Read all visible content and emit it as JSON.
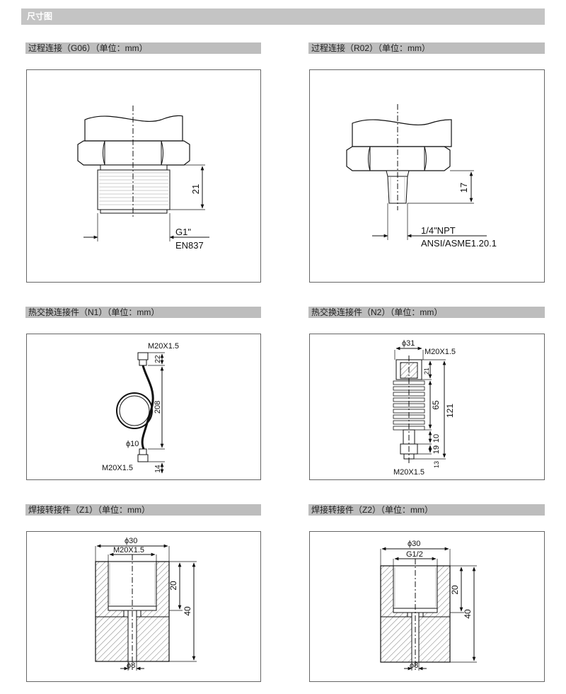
{
  "header": {
    "title": "尺寸图"
  },
  "sections": [
    {
      "title": "过程连接（G06）（单位：mm）",
      "labels": {
        "height": "21",
        "thread": "G1\"",
        "standard": "EN837"
      }
    },
    {
      "title": "过程连接（R02）（单位：mm）",
      "labels": {
        "height": "17",
        "thread": "1/4\"NPT",
        "standard": "ANSI/ASME1.20.1"
      }
    },
    {
      "title": "热交换连接件（N1）（单位：mm）",
      "labels": {
        "top_thread": "M20X1.5",
        "top_height": "22",
        "length": "208",
        "diameter": "ϕ10",
        "bottom_thread": "M20X1.5",
        "bottom_height": "14"
      }
    },
    {
      "title": "热交换连接件（N2）（单位：mm）",
      "labels": {
        "diameter": "ϕ31",
        "top_thread": "M20X1.5",
        "top_height": "21",
        "fin_length": "65",
        "total_length": "121",
        "neck": "10",
        "base": "19",
        "bottom": "13",
        "bottom_thread": "M20X1.5"
      }
    },
    {
      "title": "焊接转接件（Z1）（单位：mm）",
      "labels": {
        "outer_diameter": "ϕ30",
        "thread": "M20X1.5",
        "depth": "20",
        "height": "40",
        "bore": "ϕ8"
      }
    },
    {
      "title": "焊接转接件（Z2）（单位：mm）",
      "labels": {
        "outer_diameter": "ϕ30",
        "thread": "G1/2",
        "depth": "20",
        "height": "40",
        "bore": "ϕ8"
      }
    }
  ]
}
